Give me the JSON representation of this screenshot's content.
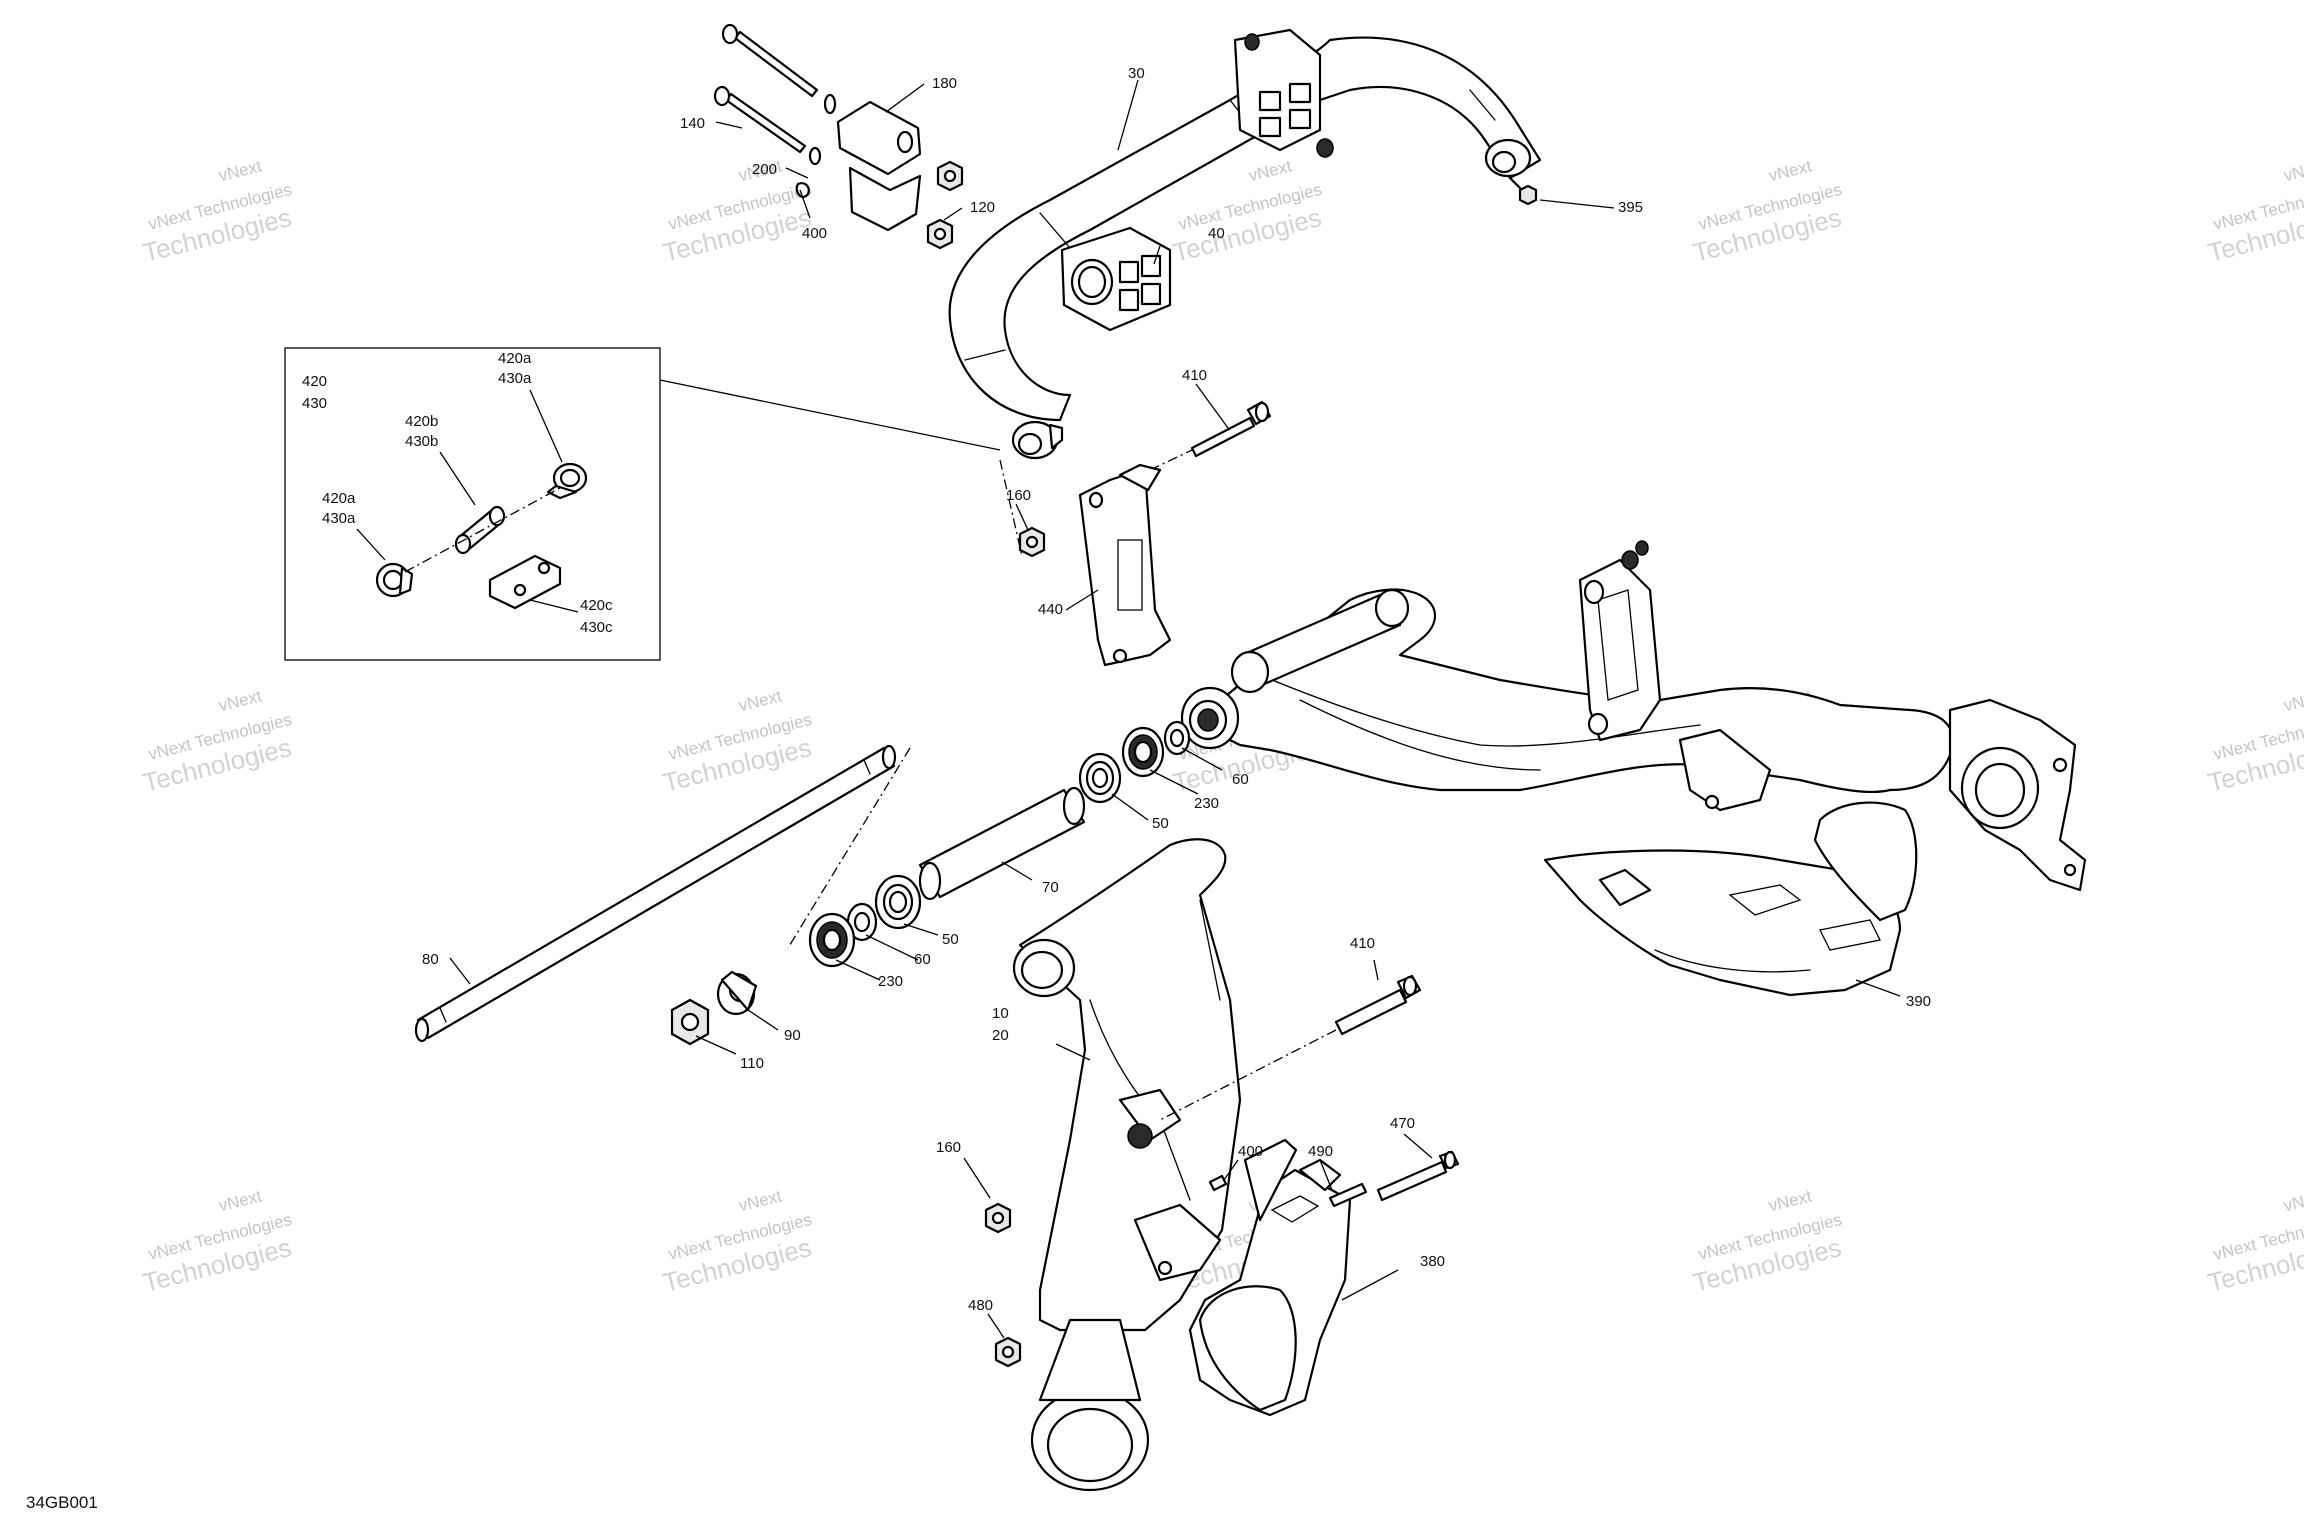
{
  "watermark": {
    "line1": "vNext Technologies",
    "line2": "Technologies",
    "stamp": "vNext"
  },
  "drawing_code": "34GB001",
  "callouts": {
    "c180": "180",
    "c140": "140",
    "c200": "200",
    "c400a": "400",
    "c120": "120",
    "c30": "30",
    "c395": "395",
    "c40": "40",
    "c410a": "410",
    "c160a": "160",
    "c440": "440",
    "c80": "80",
    "c50a": "50",
    "c60a": "60",
    "c230a": "230",
    "c70": "70",
    "c50b": "50",
    "c60b": "60",
    "c230b": "230",
    "c90": "90",
    "c110": "110",
    "c10": "10",
    "c20": "20",
    "c410b": "410",
    "c390": "390",
    "c160b": "160",
    "c400b": "400",
    "c490": "490",
    "c470": "470",
    "c380": "380",
    "c480": "480"
  },
  "inset": {
    "title_a": "420",
    "title_b": "430",
    "p1_a": "420a",
    "p1_b": "430a",
    "p2_a": "420b",
    "p2_b": "430b",
    "p3_a": "420a",
    "p3_b": "430a",
    "p4_a": "420c",
    "p4_b": "430c"
  }
}
